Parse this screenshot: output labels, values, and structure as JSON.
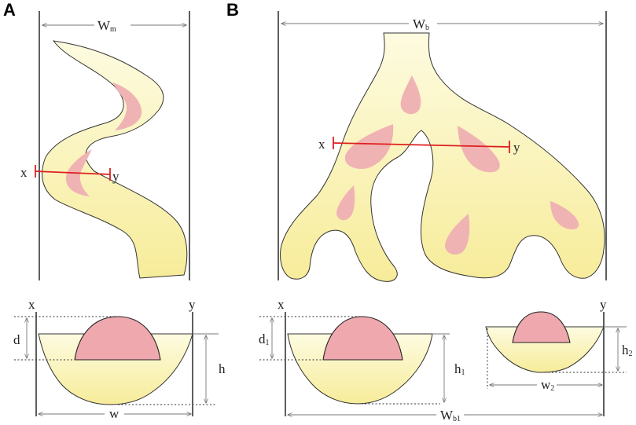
{
  "panels": {
    "a": {
      "letter": "A",
      "width_label": "W",
      "width_sub": "m",
      "section_start": "x",
      "section_end": "y",
      "cross_section": {
        "x_label": "x",
        "y_label": "y",
        "depth_label": "d",
        "thickness_label": "h",
        "width_label": "w"
      }
    },
    "b": {
      "letter": "B",
      "width_label": "W",
      "width_sub": "b",
      "section_start": "x",
      "section_end": "y",
      "cross_section": {
        "x_label": "x",
        "y_label": "y",
        "depth_label": "d",
        "depth_sub": "1",
        "thickness1_label": "h",
        "thickness1_sub": "1",
        "thickness2_label": "h",
        "thickness2_sub": "2",
        "width2_label": "w",
        "width2_sub": "2",
        "total_width_label": "W",
        "total_width_sub": "b1"
      }
    }
  },
  "colors": {
    "channel_fill_light": "#fdfbe0",
    "channel_fill_dark": "#f7ec9a",
    "bar_fill": "#f0b3b3",
    "section_line": "#e02020"
  }
}
